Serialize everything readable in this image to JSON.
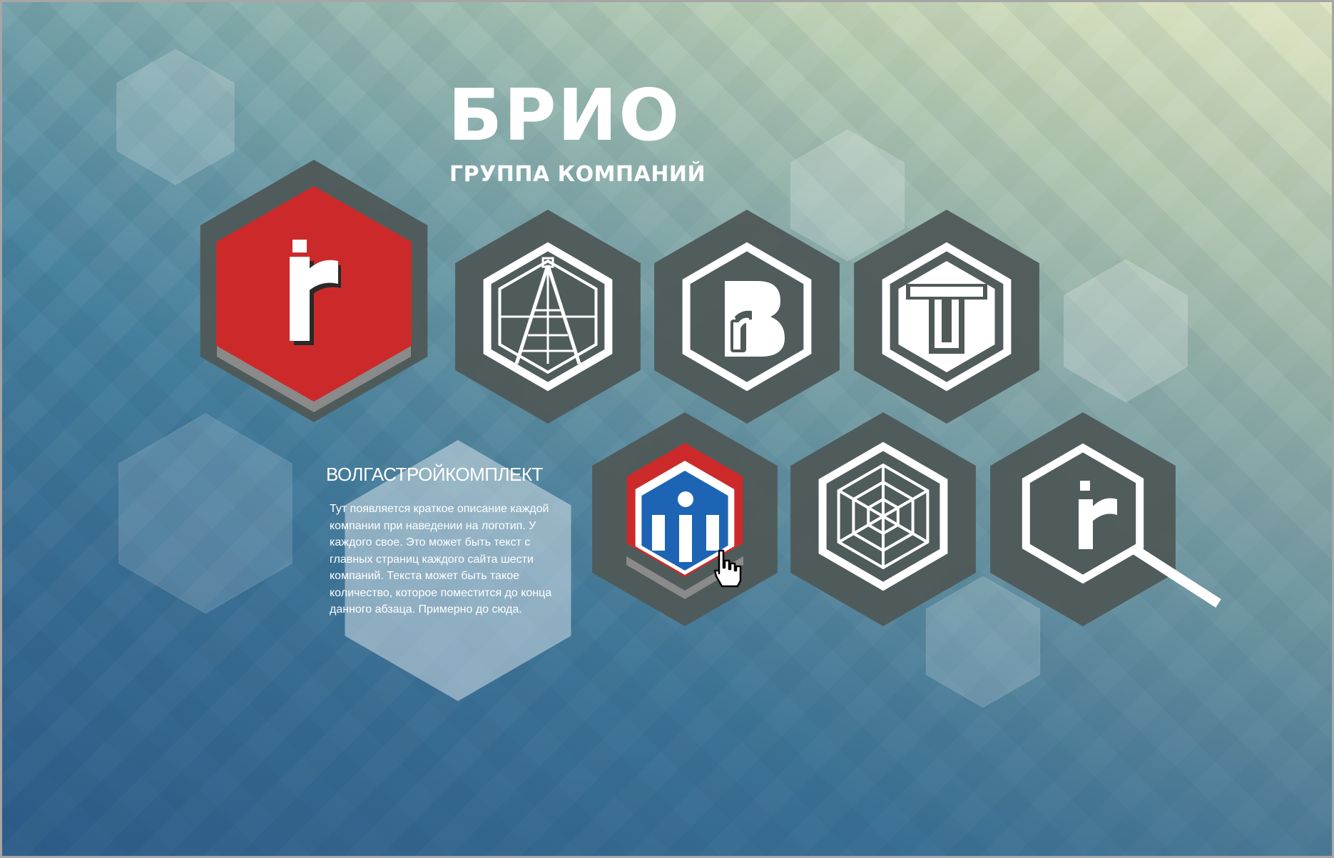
{
  "header": {
    "title": "БРИО",
    "subtitle": "ГРУППА КОМПАНИЙ"
  },
  "logos": [
    {
      "name": "brio-group-logo",
      "icon": "r-hexagon-icon",
      "selected": false
    },
    {
      "name": "survey-logo",
      "icon": "tower-icon",
      "selected": false
    },
    {
      "name": "b-company-logo",
      "icon": "b-letter-icon",
      "selected": false
    },
    {
      "name": "t-company-logo",
      "icon": "t-letter-icon",
      "selected": false
    },
    {
      "name": "volgastroykomplekt-logo",
      "icon": "buildings-icon",
      "selected": true
    },
    {
      "name": "web-company-logo",
      "icon": "web-icon",
      "selected": false
    },
    {
      "name": "search-company-logo",
      "icon": "magnifier-icon",
      "selected": false
    }
  ],
  "description": {
    "title": "ВОЛГАСТРОЙКОМПЛЕКТ",
    "text": "Тут появляется краткое описание каждой компании при наведении на логотип. У каждого свое. Это может быть текст с главных страниц каждого сайта шести компаний. Текста может быть такое количество, которое поместится до конца данного абзаца. Примерно до сюда."
  },
  "colors": {
    "hex_dark": "#4f5a58",
    "accent_red": "#cc2a2a",
    "accent_blue": "#1e64b4",
    "accent_gray": "#8a8a8a",
    "icon_white": "#ffffff"
  }
}
